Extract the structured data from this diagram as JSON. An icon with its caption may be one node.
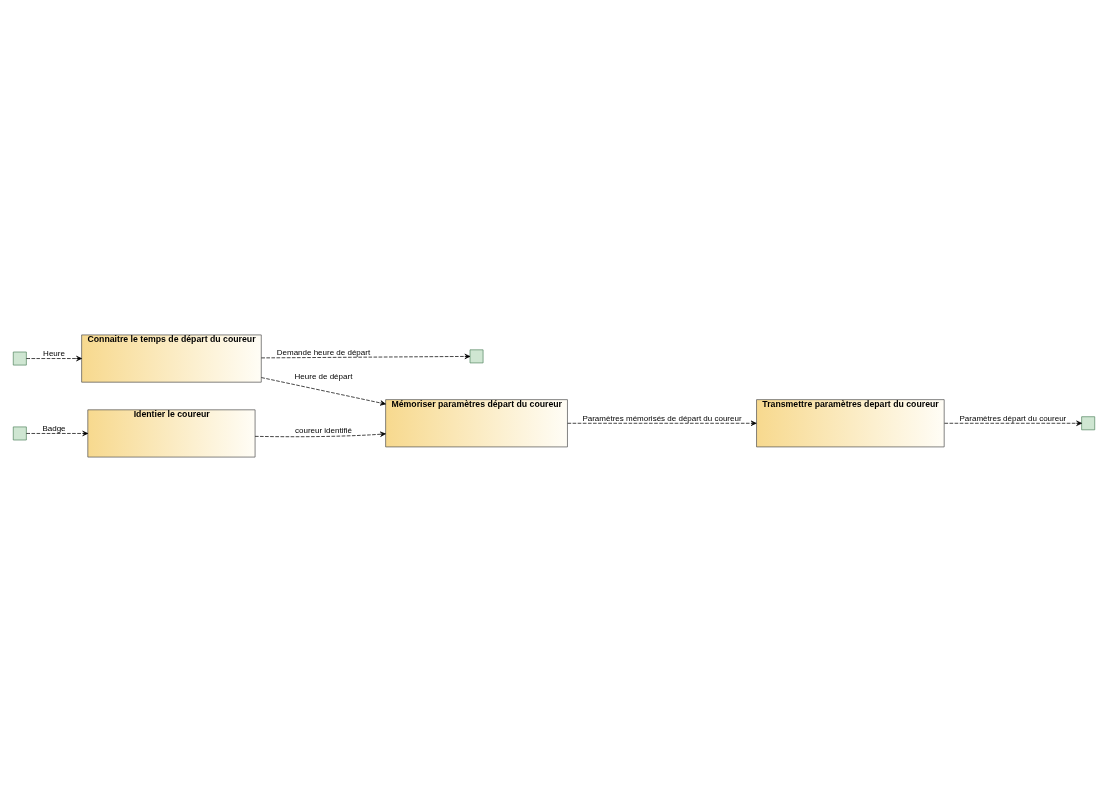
{
  "diagram": {
    "nodes": [
      {
        "text": [],
        "shape": "box"
      },
      {
        "text": [
          "Connaitre le temps de départ du coureur"
        ]
      },
      {
        "text": [],
        "shape": "box"
      },
      {
        "text": [],
        "shape": "box"
      },
      {
        "text": [
          "Identier le coureur"
        ]
      },
      {
        "text": [
          "Mémoriser paramètres départ du coureur"
        ]
      },
      {
        "text": [
          "Transmettre paramètres depart du coureur"
        ]
      },
      {
        "text": [],
        "shape": "box"
      }
    ],
    "edges": [
      {
        "from": 0,
        "to": 1,
        "arrow": "to",
        "label": "Heure",
        "style": "dashed"
      },
      {
        "from": 1,
        "to": 2,
        "arrow": "to",
        "label": "Demande heure de départ",
        "style": "dashed"
      },
      {
        "from": 3,
        "to": 4,
        "arrow": "to",
        "label": "Badge",
        "style": "dashed"
      },
      {
        "from": 4,
        "to": 5,
        "arrow": "to",
        "label": "coureur identifié",
        "style": "dashed"
      },
      {
        "from": 1,
        "to": 5,
        "arrow": "to",
        "label": "Heure de départ",
        "style": "dashed"
      },
      {
        "from": 5,
        "to": 6,
        "arrow": "to",
        "label": "Paramètres mémorisés de départ du coureur",
        "style": "dashed"
      },
      {
        "from": 6,
        "to": 7,
        "arrow": "to",
        "label": "Paramètres départ du coureur",
        "style": "dashed"
      }
    ]
  }
}
